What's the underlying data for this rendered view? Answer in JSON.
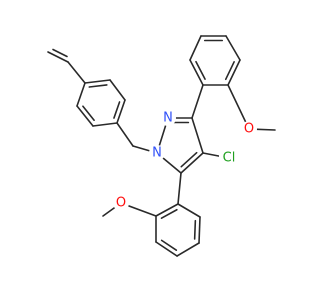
{
  "molecule": {
    "atoms": {
      "N2": {
        "symbol": "N",
        "color": "#3050F8"
      },
      "N1": {
        "symbol": "N",
        "color": "#3050F8"
      },
      "Cl": {
        "symbol": "Cl",
        "color": "#1FA01F"
      },
      "O1": {
        "symbol": "O",
        "color": "#FF0D0D"
      },
      "O2": {
        "symbol": "O",
        "color": "#FF0D0D"
      }
    },
    "bond_color": "#2a2a2a"
  }
}
